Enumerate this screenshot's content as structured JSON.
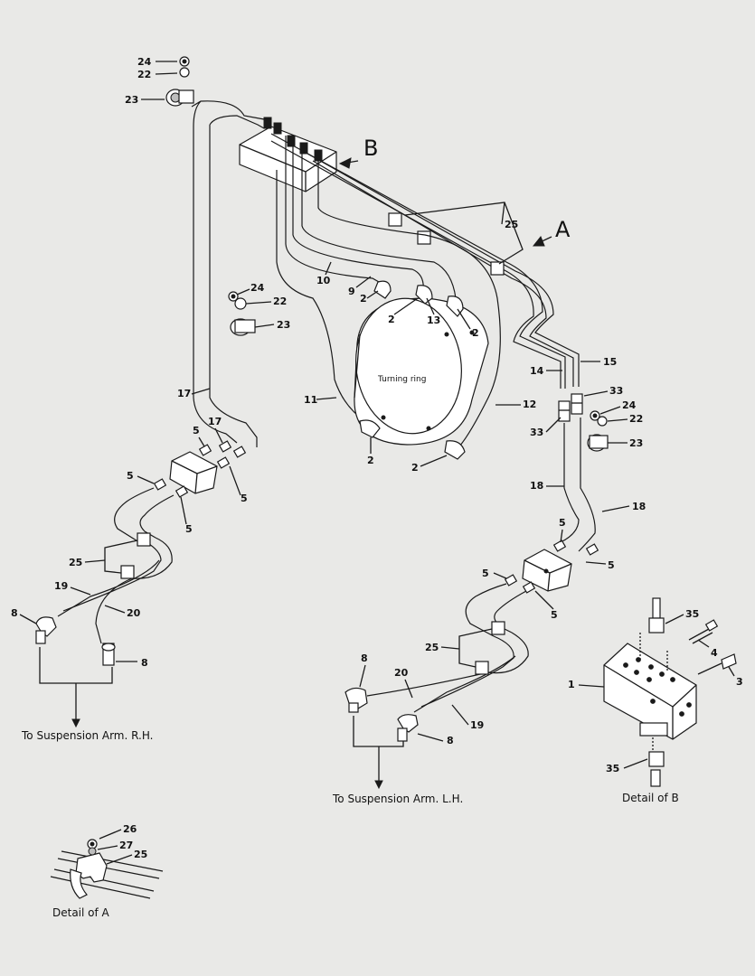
{
  "view_labels": {
    "a": "A",
    "b": "B"
  },
  "turning_ring_label": "Turning ring",
  "captions": {
    "rh": "To Suspension Arm. R.H.",
    "lh": "To Suspension Arm. L.H.",
    "detail_a": "Detail of A",
    "detail_b": "Detail of B"
  },
  "callouts": {
    "c24_top": "24",
    "c22_top": "22",
    "c23_top": "23",
    "c25_top": "25",
    "c10": "10",
    "c9": "9",
    "c2_a": "2",
    "c2_b": "2",
    "c13": "13",
    "c2_c": "2",
    "c24_mid": "24",
    "c22_mid": "22",
    "c23_mid": "23",
    "c17_a": "17",
    "c17_b": "17",
    "c11": "11",
    "c2_d": "2",
    "c2_e": "2",
    "c12": "12",
    "c14": "14",
    "c15": "15",
    "c33_a": "33",
    "c33_b": "33",
    "c24_r": "24",
    "c22_r": "22",
    "c23_r": "23",
    "c5_a": "5",
    "c5_b": "5",
    "c5_c": "5",
    "c5_d": "5",
    "c18_a": "18",
    "c18_b": "18",
    "c5_e": "5",
    "c5_f": "5",
    "c5_g": "5",
    "c5_h": "5",
    "c25_l": "25",
    "c19_l": "19",
    "c20_l": "20",
    "c8_a": "8",
    "c8_b": "8",
    "c35_a": "35",
    "c4": "4",
    "c3": "3",
    "c1": "1",
    "c35_b": "35",
    "c25_r": "25",
    "c8_c": "8",
    "c20_r": "20",
    "c19_r": "19",
    "c8_d": "8",
    "c26": "26",
    "c27": "27",
    "c25_d": "25"
  }
}
